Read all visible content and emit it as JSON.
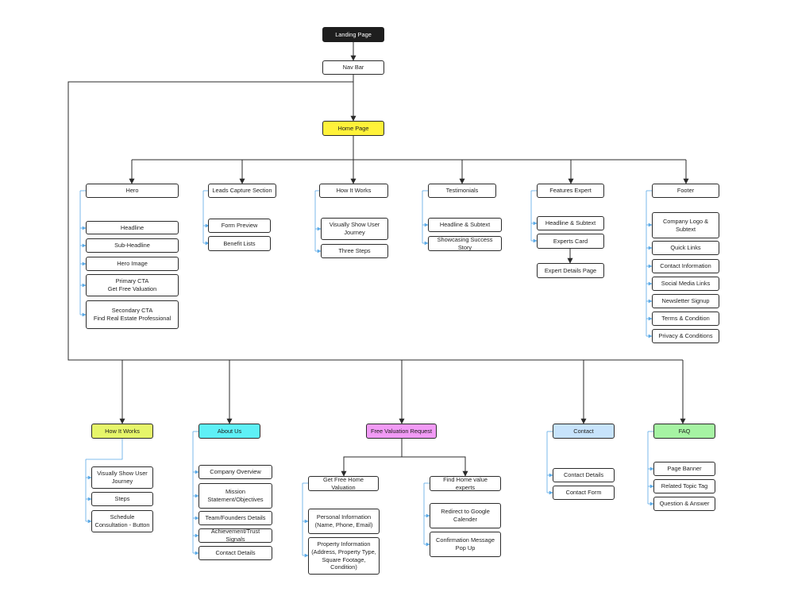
{
  "colors": {
    "dark": "#1e1e1e",
    "home_page": "#fff23a",
    "how_it_works": "#e6f56a",
    "about_us": "#5ef0f6",
    "free_valuation": "#f19af5",
    "contact": "#c7e3fb",
    "faq": "#a6f3a3",
    "connector": "#2b2b2b",
    "child_connector": "#5aa9e6"
  },
  "nodes": {
    "landing_page": "Landing Page",
    "nav_bar": "Nav Bar",
    "home_page": "Home Page",
    "hero": "Hero",
    "hero_headline": "Headline",
    "hero_subheadline": "Sub-Headline",
    "hero_image": "Hero Image",
    "hero_primary_cta": "Primary CTA\nGet Free Valuation",
    "hero_secondary_cta": "Secondary CTA\nFind Real Estate Professional",
    "leads_capture": "Leads Capture Section",
    "form_preview": "Form Preview",
    "benefit_lists": "Benefit Lists",
    "how_it_works_section": "How It Works",
    "hiw_visually_show": "Visually Show User\nJourney",
    "hiw_three_steps": "Three Steps",
    "testimonials": "Testimonials",
    "test_headline_subtext": "Headline & Subtext",
    "test_success_story": "Showcasing Success Story",
    "features_expert": "Features Expert",
    "fe_headline_subtext": "Headline & Subtext",
    "fe_experts_card": "Experts Card",
    "fe_expert_details_page": "Expert Details Page",
    "footer": "Footer",
    "footer_logo": "Company Logo &\nSubtext",
    "footer_quick_links": "Quick Links",
    "footer_contact_info": "Contact Information",
    "footer_social": "Social Media Links",
    "footer_newsletter": "Newsletter Signup",
    "footer_terms": "Terms & Condition",
    "footer_privacy": "Privacy & Conditions",
    "how_it_works_page": "How It Works",
    "hiwp_visually_show": "Visually Show User\nJourney",
    "hiwp_steps": "Steps",
    "hiwp_schedule": "Schedule\nConsultation - Button",
    "about_us": "About Us",
    "about_company_overview": "Company Overview",
    "about_mission": "Mission\nStatement/Objectives",
    "about_team": "Team/Founders Details",
    "about_achievement": "Achievement/Trust Signals",
    "about_contact_details": "Contact Details",
    "free_valuation_request": "Free Valuation Request",
    "fv_get_free_home_valuation": "Get Free Home Valuation",
    "fv_personal_info": "Personal Information\n(Name, Phone, Email)",
    "fv_property_info": "Property Information\n(Address, Property Type,\nSquare Footage,\nCondition)",
    "fv_find_experts": "Find Home value experts",
    "fv_redirect_calendar": "Redirect to Google\nCalender",
    "fv_confirmation": "Confirmation Message\nPop Up",
    "contact": "Contact",
    "contact_details": "Contact Details",
    "contact_form": "Contact Form",
    "faq": "FAQ",
    "faq_page_banner": "Page Banner",
    "faq_related_topic": "Related Topic Tag",
    "faq_qa": "Question & Answer"
  }
}
